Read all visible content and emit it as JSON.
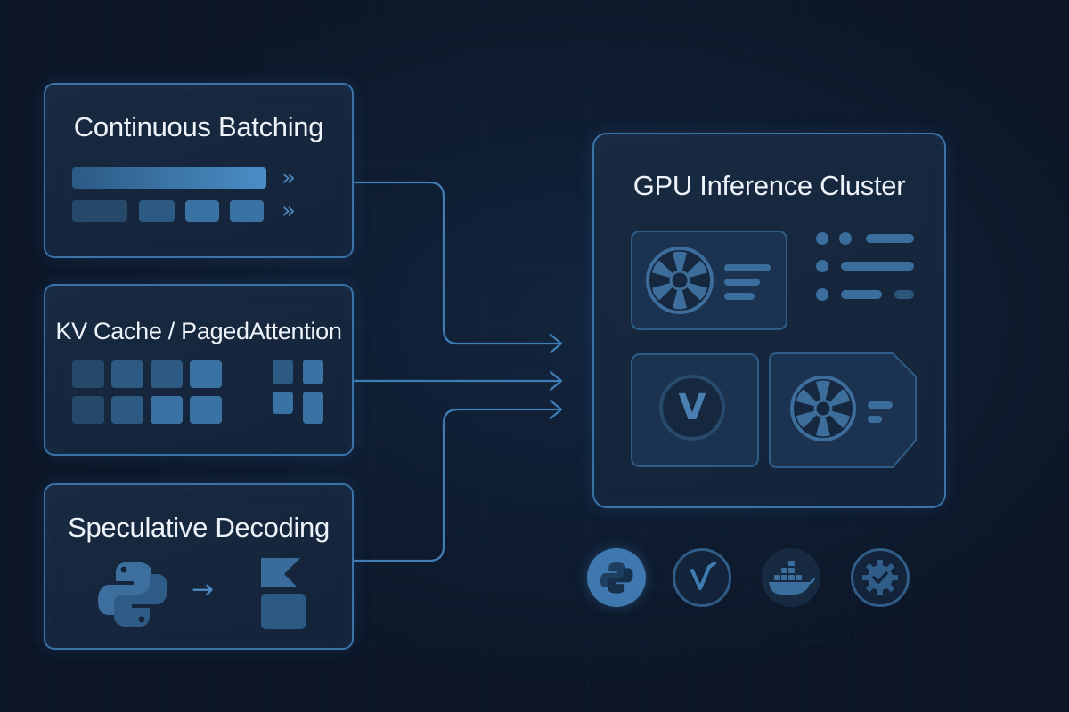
{
  "cards": {
    "batching": {
      "title": "Continuous Batching"
    },
    "kv_cache": {
      "title": "KV Cache / PagedAttention"
    },
    "speculative": {
      "title": "Speculative Decoding"
    },
    "cluster": {
      "title": "GPU Inference Cluster"
    }
  },
  "icons": {
    "chevrons": "»",
    "arrow": "→",
    "vllm_letter": "V"
  },
  "colors": {
    "background": "#0c1627",
    "card_border": "#3a73a8",
    "accent": "#4a8ec6",
    "text": "#eef3fa"
  }
}
